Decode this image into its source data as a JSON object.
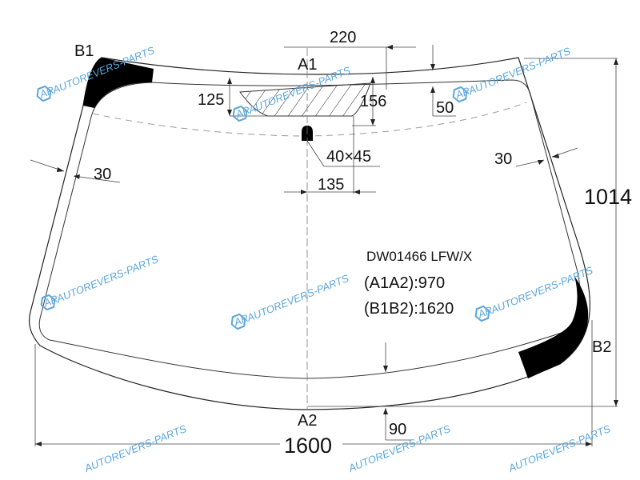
{
  "drawing": {
    "part_code": "DW01466 LFW/X",
    "a1a2": "(A1A2):970",
    "b1b2": "(B1B2):1620"
  },
  "points": {
    "b1": "B1",
    "a1": "A1",
    "a2": "A2",
    "b2": "B2"
  },
  "dimensions": {
    "top_offset": "220",
    "hatch_left": "125",
    "hatch_right": "156",
    "top_band": "50",
    "sensor_size": "40×45",
    "sensor_offset": "135",
    "side_band_left": "30",
    "side_band_right": "30",
    "height": "1014",
    "width": "1600",
    "bottom_band": "90"
  },
  "watermark": {
    "text": "AUTOREVERS-PARTS",
    "logo": "AR",
    "color": "#5aa6dc"
  }
}
